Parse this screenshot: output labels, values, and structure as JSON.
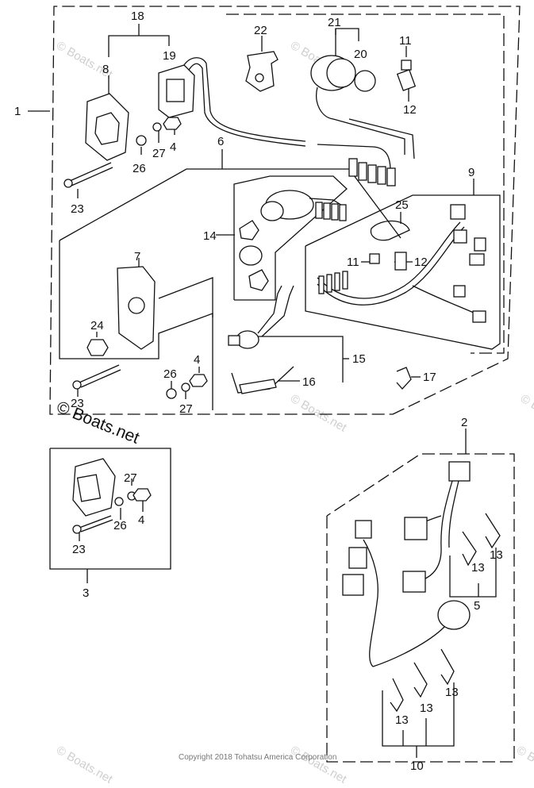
{
  "callouts": {
    "n1": "1",
    "n2": "2",
    "n3": "3",
    "n4a": "4",
    "n4b": "4",
    "n4c": "4",
    "n5": "5",
    "n6": "6",
    "n7": "7",
    "n8": "8",
    "n9": "9",
    "n10": "10",
    "n11a": "11",
    "n11b": "11",
    "n12a": "12",
    "n12b": "12",
    "n13a": "13",
    "n13b": "13",
    "n13c": "13",
    "n13d": "13",
    "n13e": "13",
    "n14": "14",
    "n15": "15",
    "n16": "16",
    "n17": "17",
    "n18": "18",
    "n19": "19",
    "n20": "20",
    "n21": "21",
    "n22": "22",
    "n23a": "23",
    "n23b": "23",
    "n23c": "23",
    "n24": "24",
    "n25": "25",
    "n26a": "26",
    "n26b": "26",
    "n26c": "26",
    "n27a": "27",
    "n27b": "27",
    "n27c": "27"
  },
  "watermark": {
    "main": "© Boats.net",
    "faint": "© Boats.net"
  },
  "copyright": "Copyright 2018 Tohatsu America Corporation"
}
